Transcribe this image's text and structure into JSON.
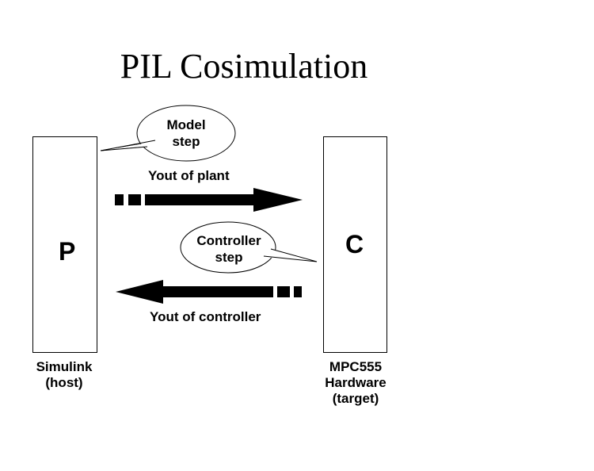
{
  "title": "PIL Cosimulation",
  "host": {
    "letter": "P",
    "caption_lines": [
      "Simulink",
      "(host)"
    ]
  },
  "target": {
    "letter": "C",
    "caption_lines": [
      "MPC555",
      "Hardware",
      "(target)"
    ]
  },
  "model_bubble": {
    "lines": [
      "Model",
      "step"
    ]
  },
  "controller_bubble": {
    "lines": [
      "Controller",
      "step"
    ]
  },
  "forward_arrow": {
    "label": "Yout of plant"
  },
  "return_arrow": {
    "label": "Yout of controller"
  }
}
